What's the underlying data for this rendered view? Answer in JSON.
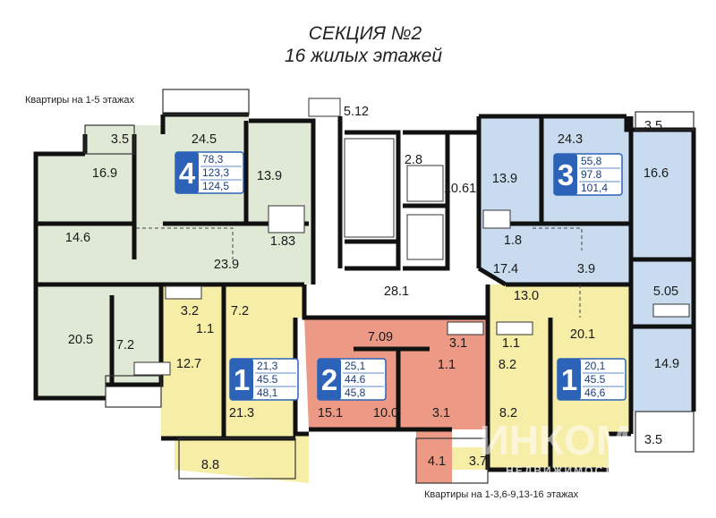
{
  "title": "СЕКЦИЯ №2",
  "subtitle": "16 жилых этажей",
  "note_top": "Квартиры на 1-5 этажах",
  "note_bottom": "Квартиры на 1-3,6-9,13-16 этажах",
  "watermark": {
    "brand": "ИНКОМ",
    "tagline": "НЕДВИЖИМОСТЬ"
  },
  "colors": {
    "green": "#dfe9d6",
    "blue": "#c9dcef",
    "yellow": "#f6eda6",
    "red": "#ec9a86",
    "badge": "#2c63b8",
    "wall": "#111111"
  },
  "apartments": [
    {
      "id": "apt-4",
      "rooms": "4",
      "areas": [
        "78,3",
        "123,3",
        "124,5"
      ]
    },
    {
      "id": "apt-3",
      "rooms": "3",
      "areas": [
        "55,8",
        "97.8",
        "101,4"
      ]
    },
    {
      "id": "apt-1-left",
      "rooms": "1",
      "areas": [
        "21,3",
        "45.5",
        "48,1"
      ]
    },
    {
      "id": "apt-2",
      "rooms": "2",
      "areas": [
        "25,1",
        "44.6",
        "45,8"
      ]
    },
    {
      "id": "apt-1-right",
      "rooms": "1",
      "areas": [
        "20,1",
        "45.5",
        "46,6"
      ]
    }
  ],
  "room_labels": [
    "24.5",
    "3.5",
    "16.9",
    "13.9",
    "1.83",
    "14.6",
    "23.9",
    "20.5",
    "7.2",
    "3.2",
    "7.2",
    "1.1",
    "12.7",
    "21.3",
    "8.8",
    "5.12",
    "2.8",
    "10.61",
    "28.1",
    "7.09",
    "15.1",
    "10.0",
    "3.1",
    "3.1",
    "1.1",
    "1.1",
    "8.2",
    "8.2",
    "4.1",
    "3.7",
    "24.3",
    "3.5",
    "13.9",
    "16.6",
    "1.8",
    "17.4",
    "3.9",
    "5.05",
    "13.0",
    "20.1",
    "14.9",
    "3.5"
  ]
}
